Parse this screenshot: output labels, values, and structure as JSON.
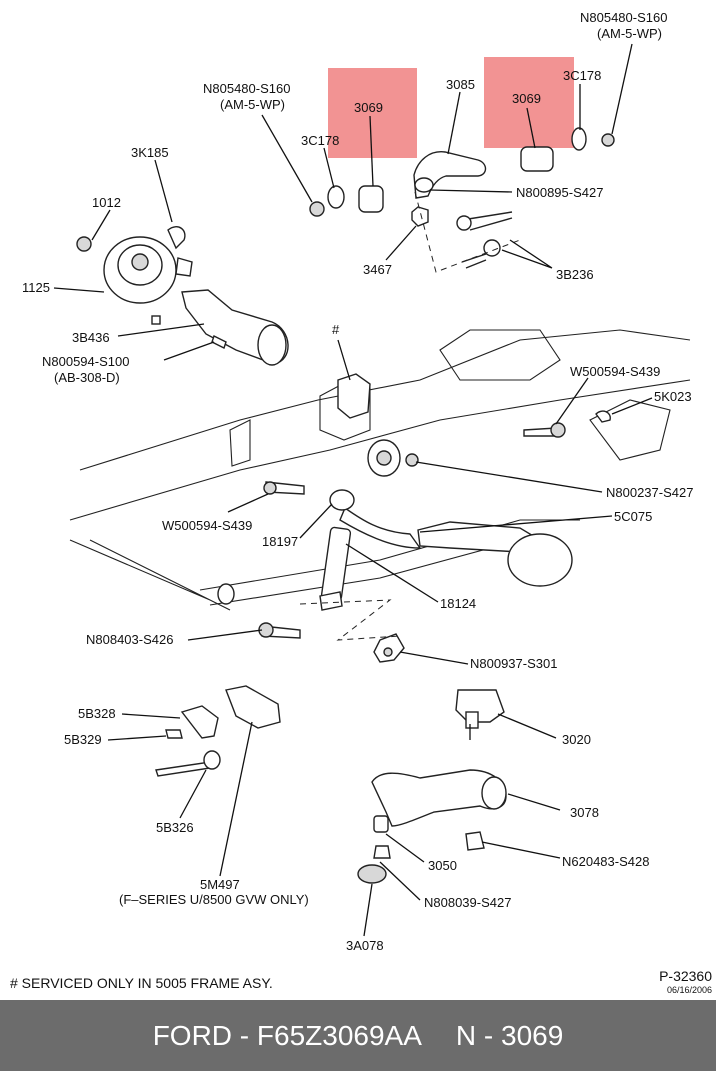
{
  "callouts": {
    "n805480_left": "N805480-S160",
    "am5wp_left": "(AM-5-WP)",
    "n805480_right": "N805480-S160",
    "am5wp_right": "(AM-5-WP)",
    "p3c178_left": "3C178",
    "p3c178_right": "3C178",
    "p3069_left": "3069",
    "p3069_right": "3069",
    "p3085": "3085",
    "p3k185": "3K185",
    "p1012": "1012",
    "p1125": "1125",
    "n800895": "N800895-S427",
    "p3467": "3467",
    "p3b236": "3B236",
    "p3b436": "3B436",
    "n800594": "N800594-S100",
    "ab308d": "(AB-308-D)",
    "hash": "#",
    "w500594_right": "W500594-S439",
    "p5k023": "5K023",
    "n800237": "N800237-S427",
    "w500594_left": "W500594-S439",
    "p5c075": "5C075",
    "p18197": "18197",
    "p18124": "18124",
    "n808403": "N808403-S426",
    "n800937": "N800937-S301",
    "p5b328": "5B328",
    "p5b329": "5B329",
    "p5b326": "5B326",
    "p5m497": "5M497",
    "fseries": "(F–SERIES U/8500 GVW ONLY)",
    "p3020": "3020",
    "p3078": "3078",
    "p3050": "3050",
    "n620483": "N620483-S428",
    "n808039": "N808039-S427",
    "p3a078": "3A078"
  },
  "highlight_color": "#f08080",
  "footnote": "# SERVICED ONLY IN 5005 FRAME ASY.",
  "doc_id": "P-32360",
  "doc_date": "06/16/2006",
  "banner": {
    "part_number": "FORD - F65Z3069AA",
    "reference": "N - 3069",
    "background": "#6c6c6c"
  }
}
